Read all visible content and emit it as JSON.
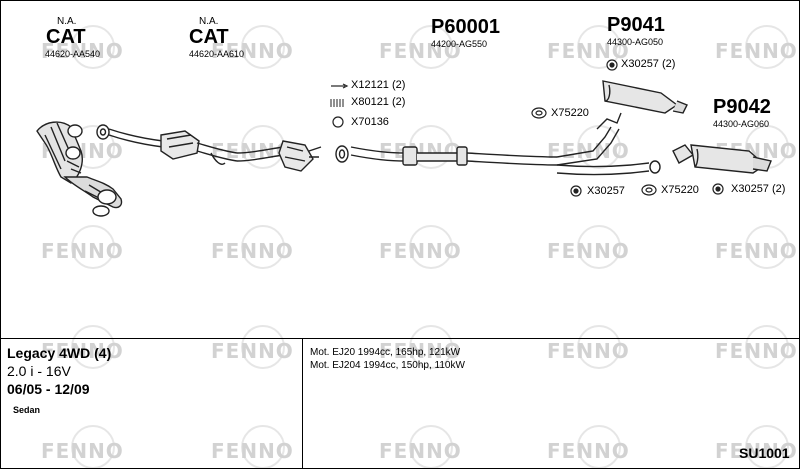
{
  "watermark": "FENNO",
  "parts": {
    "cat1": {
      "note": "N.A.",
      "name": "CAT",
      "number": "44620-AA540"
    },
    "cat2": {
      "note": "N.A.",
      "name": "CAT",
      "number": "44620-AA610"
    },
    "p60001": {
      "name": "P60001",
      "number": "44200-AG550"
    },
    "p9041": {
      "name": "P9041",
      "number": "44300-AG050"
    },
    "p9042": {
      "name": "P9042",
      "number": "44300-AG060"
    }
  },
  "fittings": {
    "x12121": "X12121 (2)",
    "x80121": "X80121 (2)",
    "x70136": "X70136",
    "x30257_top": "X30257 (2)",
    "x75220_top": "X75220",
    "x30257_mid": "X30257",
    "x75220_mid": "X75220",
    "x30257_right": "X30257 (2)"
  },
  "vehicle": {
    "model": "Legacy 4WD (4)",
    "engine": "2.0 i - 16V",
    "years": "06/05 - 12/09",
    "body": "Sedan"
  },
  "motors": [
    "Mot. EJ20 1994cc, 165hp, 121kW",
    "Mot. EJ204 1994cc, 150hp, 110kW"
  ],
  "code": "SU1001"
}
